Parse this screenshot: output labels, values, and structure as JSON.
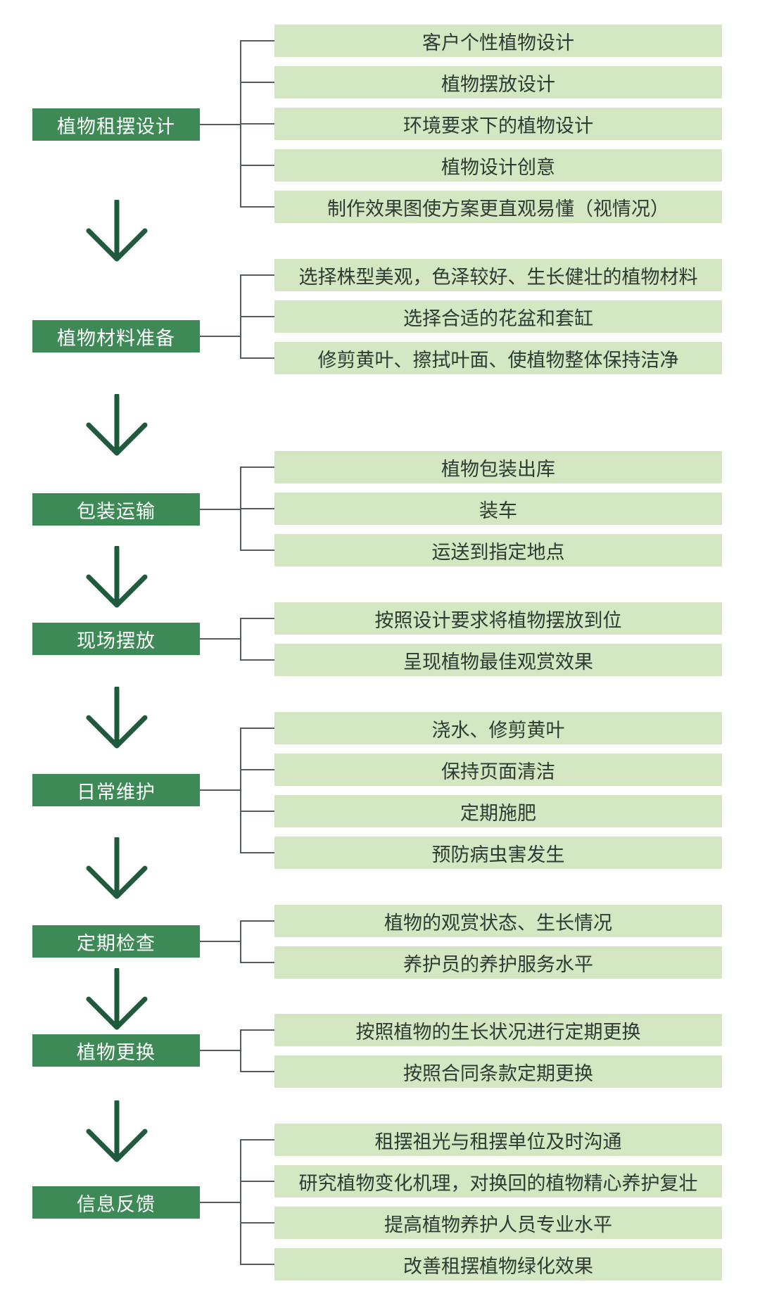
{
  "stages": [
    {
      "label": "植物租摆设计",
      "items": [
        "客户个性植物设计",
        "植物摆放设计",
        "环境要求下的植物设计",
        "植物设计创意",
        "制作效果图使方案更直观易懂（视情况）"
      ]
    },
    {
      "label": "植物材料准备",
      "items": [
        "选择株型美观，色泽较好、生长健壮的植物材料",
        "选择合适的花盆和套缸",
        "修剪黄叶、擦拭叶面、使植物整体保持洁净"
      ]
    },
    {
      "label": "包装运输",
      "items": [
        "植物包装出库",
        "装车",
        "运送到指定地点"
      ]
    },
    {
      "label": "现场摆放",
      "items": [
        "按照设计要求将植物摆放到位",
        "呈现植物最佳观赏效果"
      ]
    },
    {
      "label": "日常维护",
      "items": [
        "浇水、修剪黄叶",
        "保持页面清洁",
        "定期施肥",
        "预防病虫害发生"
      ]
    },
    {
      "label": "定期检查",
      "items": [
        "植物的观赏状态、生长情况",
        "养护员的养护服务水平"
      ]
    },
    {
      "label": "植物更换",
      "items": [
        "按照植物的生长状况进行定期更换",
        "按照合同条款定期更换"
      ]
    },
    {
      "label": "信息反馈",
      "items": [
        "租摆祖光与租摆单位及时沟通",
        "研究植物变化机理，对换回的植物精心养护复壮",
        "提高植物养护人员专业水平",
        "改善租摆植物绿化效果"
      ]
    }
  ],
  "colors": {
    "stage_fill": "#3e8a57",
    "item_fill": "#d3e7c2",
    "arrow": "#1f5a3c",
    "connector": "#555e58"
  }
}
